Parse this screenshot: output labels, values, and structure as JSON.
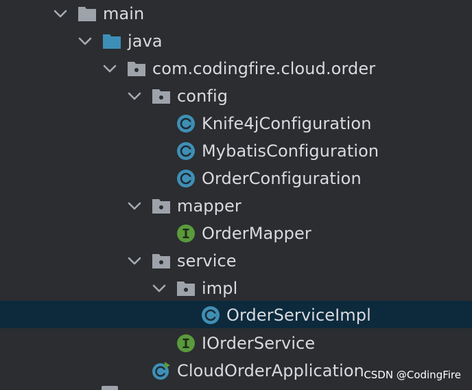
{
  "tree": {
    "items": [
      {
        "label": "main",
        "kind": "folder-plain",
        "expanded": true,
        "selected": false
      },
      {
        "label": "java",
        "kind": "folder-source",
        "expanded": true,
        "selected": false
      },
      {
        "label": "com.codingfire.cloud.order",
        "kind": "package",
        "expanded": true,
        "selected": false
      },
      {
        "label": "config",
        "kind": "package",
        "expanded": true,
        "selected": false
      },
      {
        "label": "Knife4jConfiguration",
        "kind": "class",
        "selected": false
      },
      {
        "label": "MybatisConfiguration",
        "kind": "class",
        "selected": false
      },
      {
        "label": "OrderConfiguration",
        "kind": "class",
        "selected": false
      },
      {
        "label": "mapper",
        "kind": "package",
        "expanded": true,
        "selected": false
      },
      {
        "label": "OrderMapper",
        "kind": "interface",
        "selected": false
      },
      {
        "label": "service",
        "kind": "package",
        "expanded": true,
        "selected": false
      },
      {
        "label": "impl",
        "kind": "package",
        "expanded": true,
        "selected": false
      },
      {
        "label": "OrderServiceImpl",
        "kind": "class",
        "selected": true
      },
      {
        "label": "IOrderService",
        "kind": "interface",
        "selected": false
      },
      {
        "label": "CloudOrderApplication",
        "kind": "spring-boot-class",
        "selected": false
      }
    ]
  },
  "watermark": "CSDN @CodingFire",
  "colors": {
    "background": "#2b2d30",
    "selection": "#0d2a3d",
    "text": "#d8dadf",
    "class_icon": "#3f8fb5",
    "interface_icon": "#5a9a3c",
    "source_folder": "#3d8fb8",
    "folder": "#9ea3ab"
  }
}
